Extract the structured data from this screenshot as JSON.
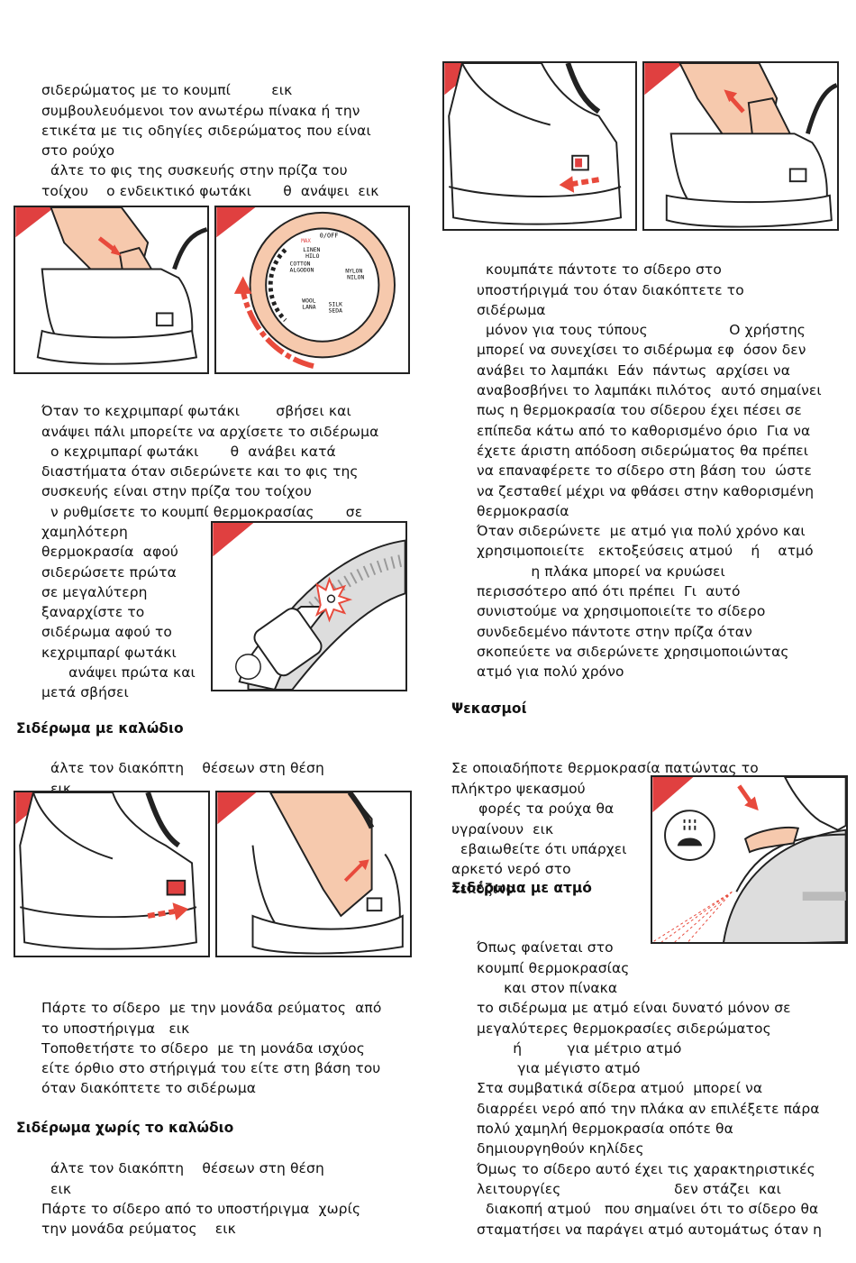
{
  "left": {
    "p1": [
      "σιδερώματος με το κουμπί         εικ",
      "συμβουλευόμενοι τον ανωτέρω πίνακα ή την",
      "ετικέτα με τις οδηγίες σιδερώματος που είναι",
      "στο ρούχο",
      "  άλτε το φις της συσκευής στην πρίζα του",
      "τοίχου    ο ενδεικτικό φωτάκι       θ  ανάψει  εικ"
    ],
    "p2": [
      "Όταν το κεχριμπαρί φωτάκι        σβήσει και",
      "ανάψει πάλι μπορείτε να αρχίσετε το σιδέρωμα",
      "  ο κεχριμπαρί φωτάκι       θ  ανάβει κατά",
      "διαστήματα όταν σιδερώνετε και το φις της",
      "συσκευής είναι στην πρίζα του τοίχου",
      "  ν ρυθμίσετε το κουμπί θερμοκρασίας       σε",
      "χαμηλότερη"
    ],
    "p2b": [
      "θερμοκρασία  αφού",
      "σιδερώσετε πρώτα",
      "σε μεγαλύτερη",
      "ξαναρχίστε το",
      "σιδέρωμα αφού το",
      "κεχριμπαρί φωτάκι",
      "      ανάψει πρώτα και",
      "μετά σβήσει"
    ],
    "h_cord": "Σιδέρωμα με καλώδιο",
    "p3": [
      "  άλτε τον διακόπτη    θέσεων στη θέση",
      "  εικ"
    ],
    "p4": [
      "Πάρτε το σίδερο  με την μονάδα ρεύματος  από",
      "το υποστήριγμα   εικ",
      "Τοποθετήστε το σίδερο  με τη μονάδα ισχύος",
      "είτε όρθιο στο στήριγμά του είτε στη βάση του",
      "όταν διακόπτετε το σιδέρωμα"
    ],
    "h_cordless": "Σιδέρωμα χωρίς το καλώδιο",
    "p5": [
      "  άλτε τον διακόπτη    θέσεων στη θέση",
      "  εικ",
      "Πάρτε το σίδερο από το υποστήριγμα  χωρίς",
      "την μονάδα ρεύματος    εικ"
    ]
  },
  "right": {
    "p1": [
      "  κουμπάτε πάντοτε το σίδερο στο",
      "υποστήριγμά του όταν διακόπτετε το",
      "σιδέρωμα",
      "  μόνον για τους τύπους                  Ο χρήστης",
      "μπορεί να συνεχίσει το σιδέρωμα εφ  όσον δεν",
      "ανάβει το λαμπάκι  Εάν  πάντως  αρχίσει να",
      "αναβοσβήνει το λαμπάκι πιλότος  αυτό σημαίνει",
      "πως η θερμοκρασία του σίδερου έχει πέσει σε",
      "επίπεδα κάτω από το καθορισμένο όριο  Για να",
      "έχετε άριστη απόδοση σιδερώματος θα πρέπει",
      "να επαναφέρετε το σίδερο στη βάση του  ώστε",
      "να ζεσταθεί μέχρι να φθάσει στην καθορισμένη",
      "θερμοκρασία",
      "Όταν σιδερώνετε  με ατμό για πολύ χρόνο και",
      "χρησιμοποιείτε   εκτοξεύσεις ατμού    ή    ατμό",
      "            η πλάκα μπορεί να κρυώσει",
      "περισσότερο από ότι πρέπει  Γι  αυτό",
      "συνιστούμε να χρησιμοποιείτε το σίδερο",
      "συνδεδεμένο πάντοτε στην πρίζα όταν",
      "σκοπεύετε να σιδερώνετε χρησιμοποιώντας",
      "ατμό για πολύ χρόνο"
    ],
    "h_spray": "Ψεκασμοί",
    "p2": [
      "Σε οποιαδήποτε θερμοκρασία πατώντας το",
      "πλήκτρο ψεκασμού"
    ],
    "p2b": [
      "      φορές τα ρούχα θα",
      "υγραίνουν  εικ",
      "  εβαιωθείτε ότι υπάρχει",
      "αρκετό νερό στο",
      "τεπόζιτο"
    ],
    "h_steam": "Σιδέρωμα με ατμό",
    "p3": [
      "Όπως φαίνεται στο",
      "κουμπί θερμοκρασίας",
      "      και στον πίνακα"
    ],
    "p3b": [
      "το σιδέρωμα με ατμό είναι δυνατό μόνον σε",
      "μεγαλύτερες θερμοκρασίες σιδερώματος",
      "        ή          για μέτριο ατμό",
      "         για μέγιστο ατμό",
      "Στα συμβατικά σίδερα ατμού  μπορεί να",
      "διαρρέει νερό από την πλάκα αν επιλέξετε πάρα",
      "πολύ χαμηλή θερμοκρασία οπότε θα",
      "δημιουργηθούν κηλίδες",
      "Όμως το σίδερο αυτό έχει τις χαρακτηριστικές",
      "λειτουργίες                         δεν στάζει  και",
      "  διακοπή ατμού   που σημαίνει ότι το σίδερο θα",
      "σταματήσει να παράγει ατμό αυτομάτως όταν η"
    ]
  },
  "dial": {
    "off": "0/OFF",
    "linen": "LINEN",
    "hilo": "HILO",
    "cotton": "COTTON",
    "algodon": "ALGODON",
    "nylon": "NYLON",
    "nilon": "NILON",
    "wool": "WOOL",
    "lana": "LANA",
    "silk": "SILK",
    "seda": "SEDA",
    "max": "MAX"
  },
  "colors": {
    "corner": "#e04040",
    "peach": "#f6c9ad",
    "arrow": "#e84a3c",
    "ink": "#222222"
  }
}
